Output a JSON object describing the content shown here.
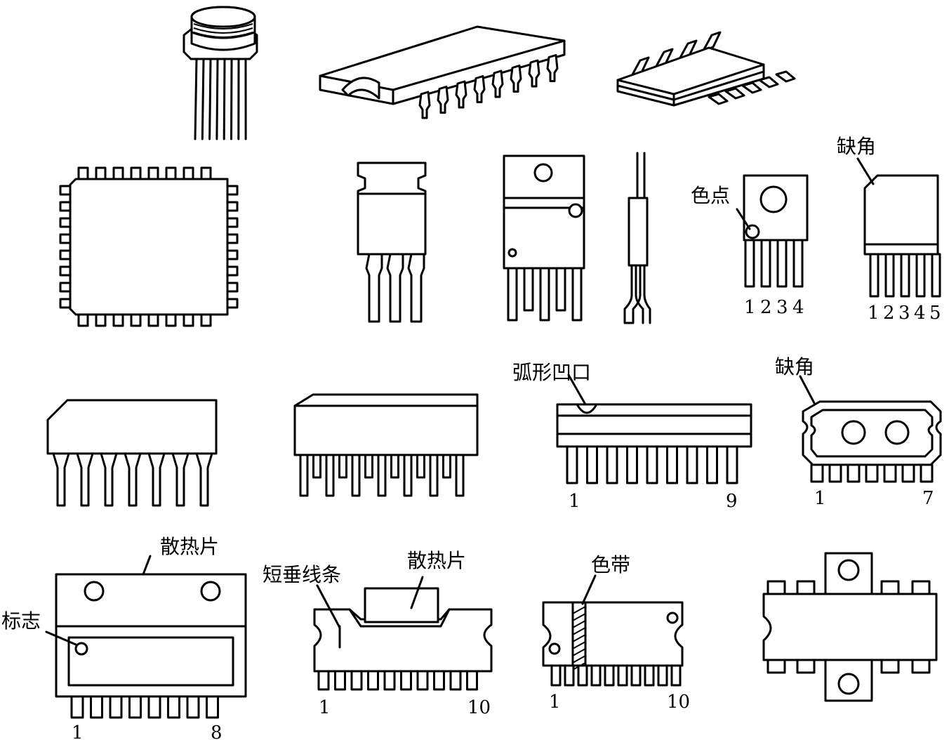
{
  "labels": {
    "notch_corner_a": "缺角",
    "color_dot": "色点",
    "arc_notch": "弧形凹口",
    "notch_corner_b": "缺角",
    "heatsink_a": "散热片",
    "mark": "标志",
    "short_line": "短垂线条",
    "heatsink_b": "散热片",
    "color_band": "色带"
  },
  "pin_numbers": {
    "sip4": [
      "1",
      "2",
      "3",
      "4"
    ],
    "sip5": [
      "1",
      "2",
      "3",
      "4",
      "5"
    ],
    "arc_first": "1",
    "arc_last": "9",
    "corner_first": "1",
    "corner_last": "7",
    "heatsink_first": "1",
    "heatsink_last": "8",
    "dip_first": "1",
    "dip_last": "10",
    "band_first": "1",
    "band_last": "10"
  },
  "colors": {
    "ink": "#000000",
    "paper": "#ffffff"
  }
}
